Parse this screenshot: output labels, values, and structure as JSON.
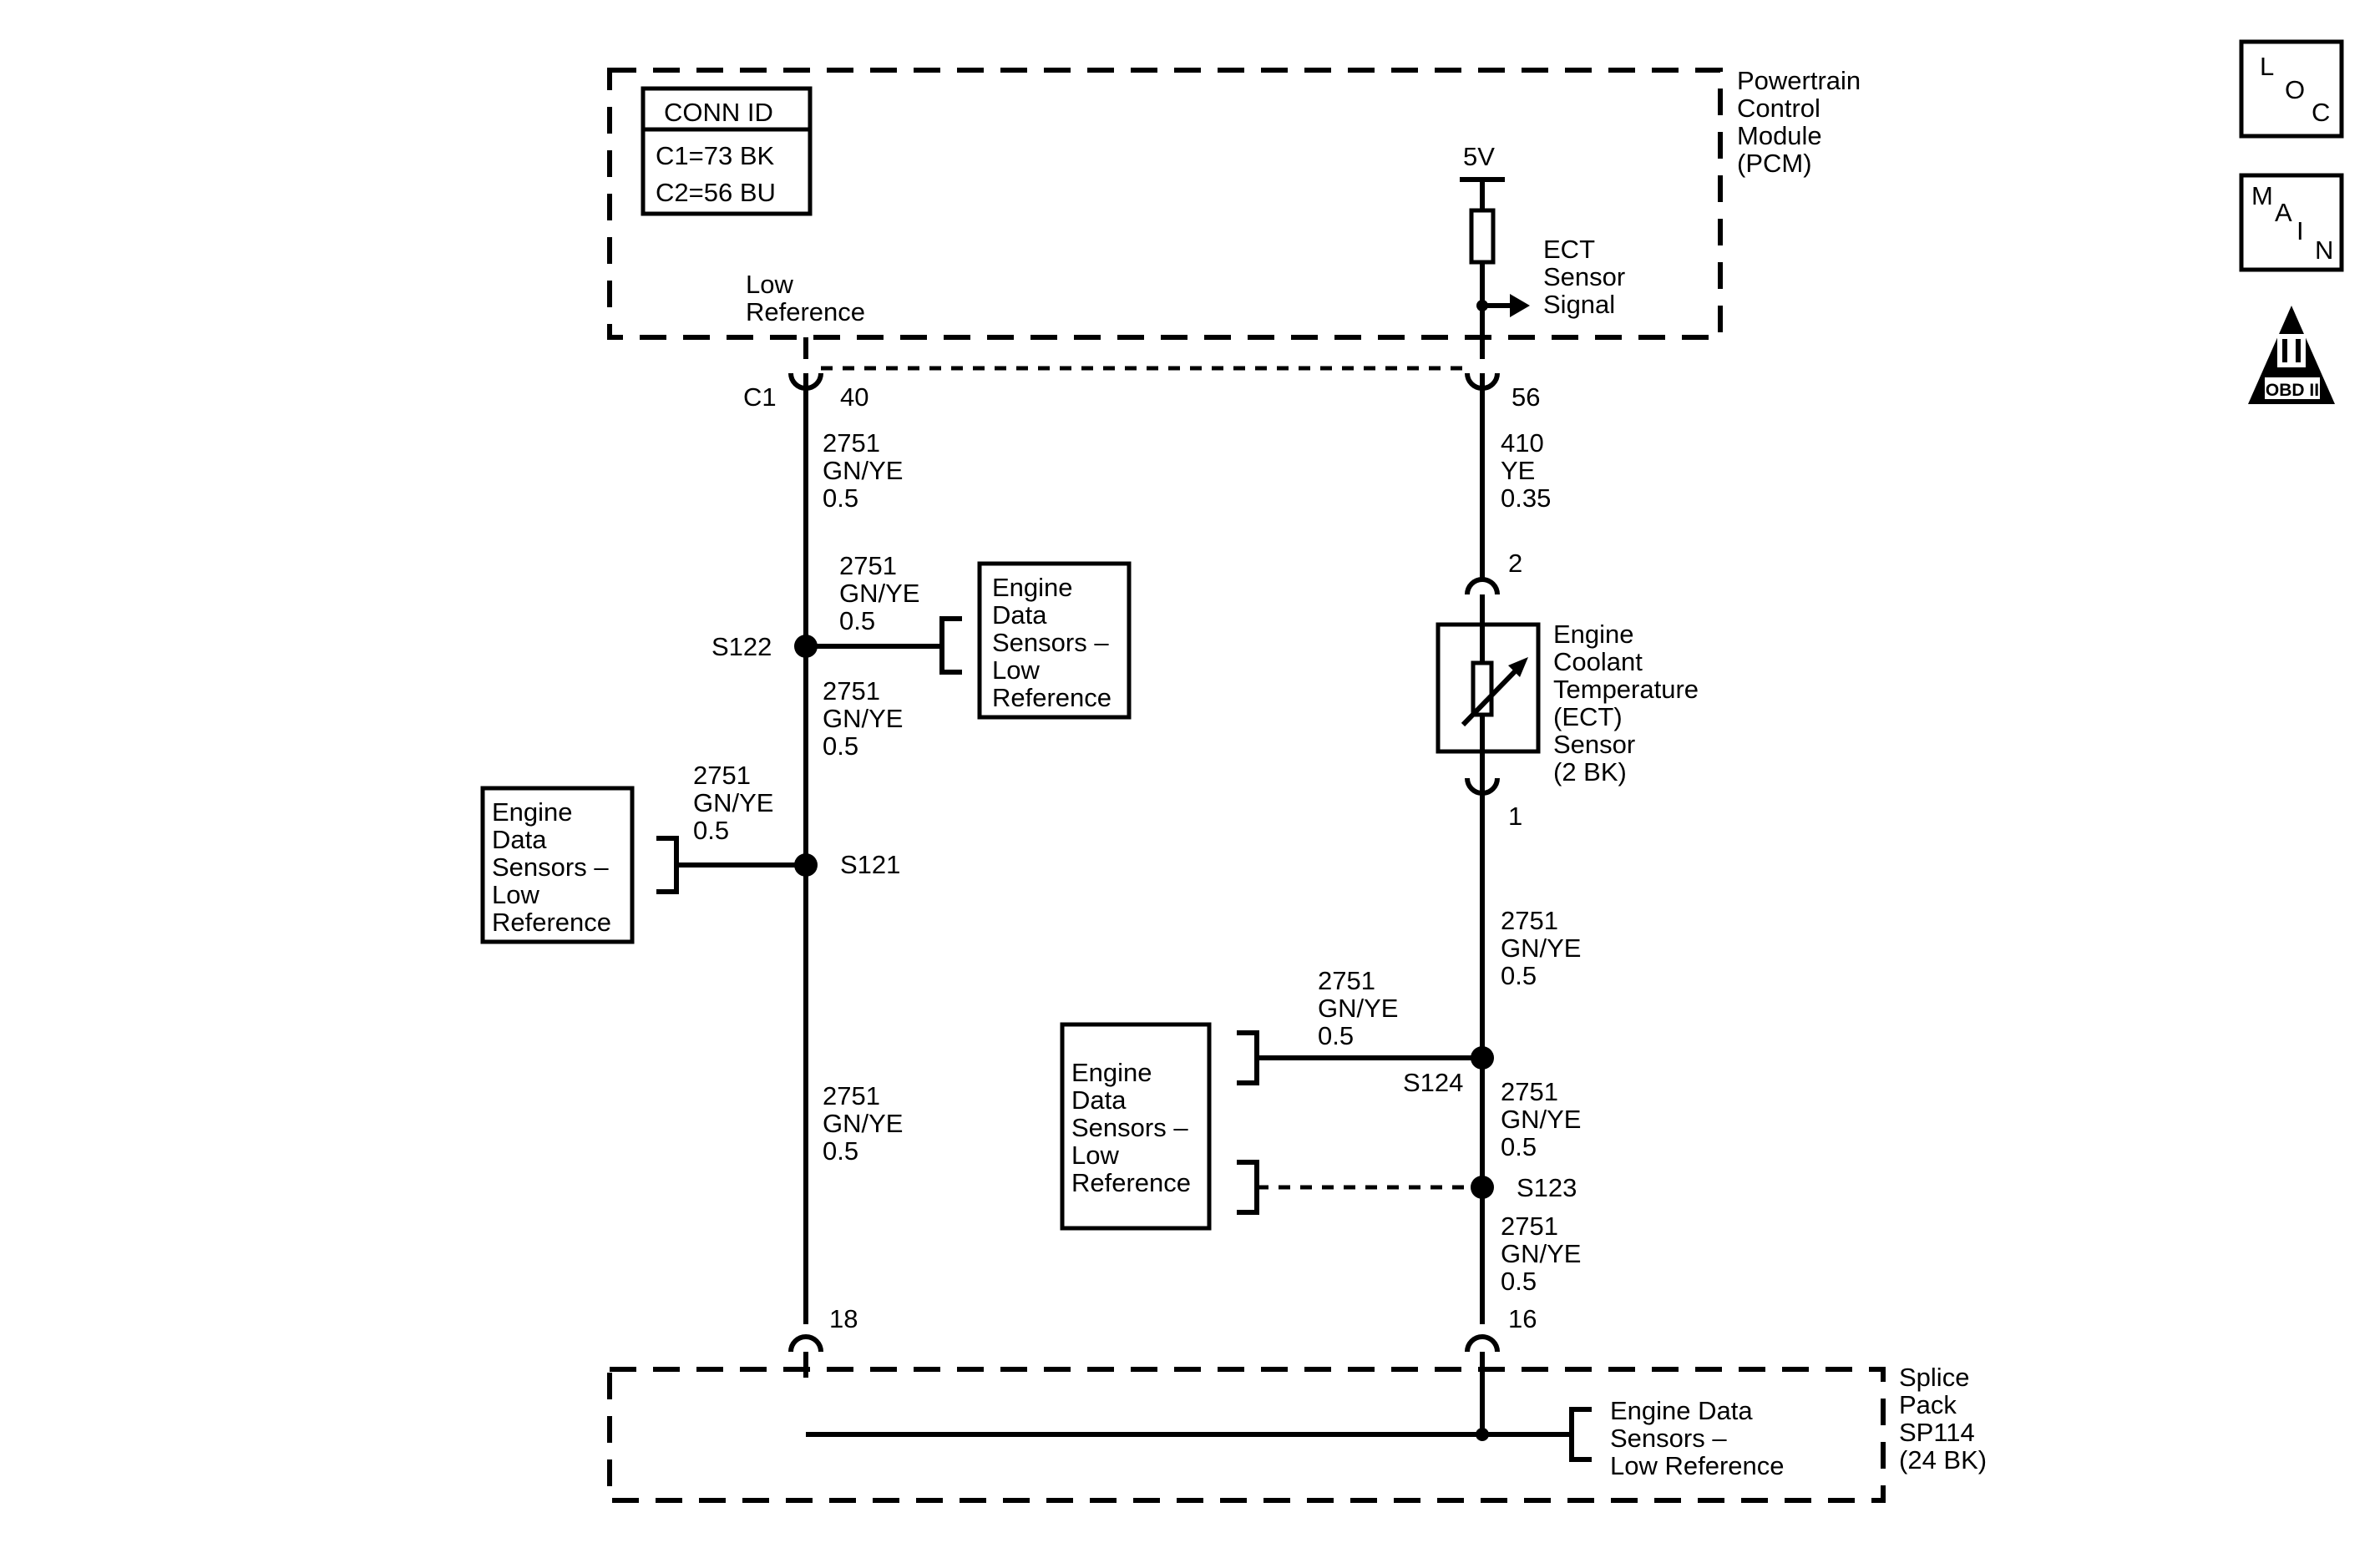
{
  "modules": {
    "pcm": {
      "name": [
        "Powertrain",
        "Control",
        "Module",
        "(PCM)"
      ]
    },
    "splice_pack": {
      "name": [
        "Splice",
        "Pack",
        "SP114",
        "(24 BK)"
      ]
    }
  },
  "conn_id": {
    "title": "CONN ID",
    "lines": [
      "C1=73 BK",
      "C2=56 BU"
    ]
  },
  "pcm_labels": {
    "low_reference": [
      "Low",
      "Reference"
    ],
    "supply": "5V",
    "ect_signal": [
      "ECT",
      "Sensor",
      "Signal"
    ]
  },
  "connector": "C1",
  "pins": {
    "pcm_low_ref": "40",
    "pcm_signal": "56",
    "sensor_a": "2",
    "sensor_b": "1",
    "splice_left": "18",
    "splice_right": "16"
  },
  "wires": {
    "low_ref": [
      "2751",
      "GN/YE",
      "0.5"
    ],
    "signal": [
      "410",
      "YE",
      "0.35"
    ]
  },
  "sensor": {
    "name": [
      "Engine",
      "Coolant",
      "Temperature",
      "(ECT)",
      "Sensor",
      "(2 BK)"
    ]
  },
  "splices": {
    "s121": "S121",
    "s122": "S122",
    "s123": "S123",
    "s124": "S124"
  },
  "ref_boxes": {
    "stacked": [
      "Engine",
      "Data",
      "Sensors –",
      "Low",
      "Reference"
    ],
    "splice_pack": [
      "Engine Data",
      "Sensors –",
      "Low Reference"
    ]
  },
  "nav": {
    "loc": [
      "L",
      "O",
      "C"
    ],
    "main": [
      "M",
      "A",
      "I",
      "N"
    ],
    "obd": {
      "symbol": "II",
      "label": "OBD II"
    }
  }
}
